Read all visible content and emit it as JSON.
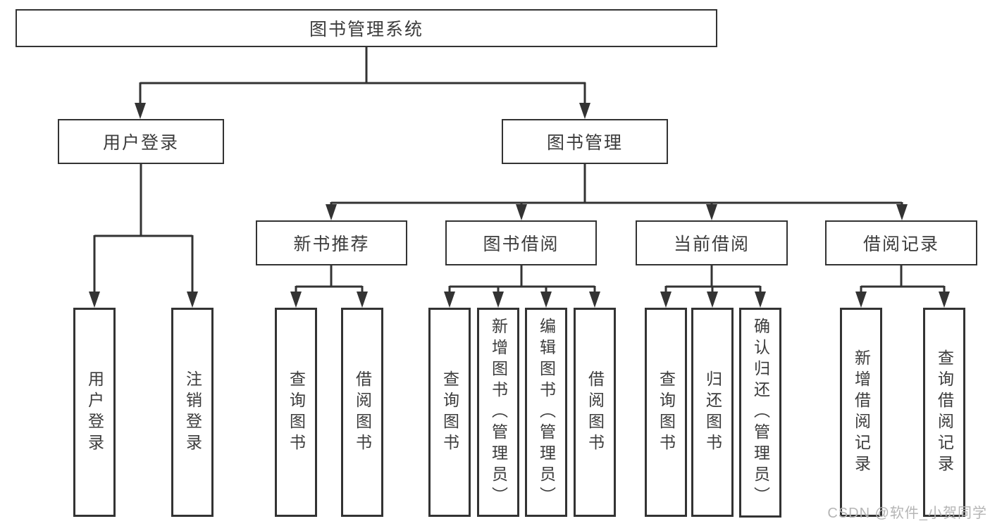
{
  "diagram": {
    "title": "图书管理系统",
    "level1": [
      {
        "label": "用户登录"
      },
      {
        "label": "图书管理"
      }
    ],
    "level2": [
      {
        "label": "新书推荐"
      },
      {
        "label": "图书借阅"
      },
      {
        "label": "当前借阅"
      },
      {
        "label": "借阅记录"
      }
    ],
    "leaves": {
      "user_login": [
        "用户登录",
        "注销登录"
      ],
      "new_book": [
        "查询图书",
        "借阅图书"
      ],
      "book_borrow": [
        "查询图书",
        "新增图书（管理员）",
        "编辑图书（管理员）",
        "借阅图书"
      ],
      "current_borrow": [
        "查询图书",
        "归还图书",
        "确认归还（管理员）"
      ],
      "borrow_record": [
        "新增借阅记录",
        "查询借阅记录"
      ]
    },
    "watermark": "CSDN @软件_小贺同学",
    "colors": {
      "line": "#333333",
      "text": "#3c3c3c",
      "watermark": "#b5b5b5",
      "background": "#ffffff"
    }
  }
}
